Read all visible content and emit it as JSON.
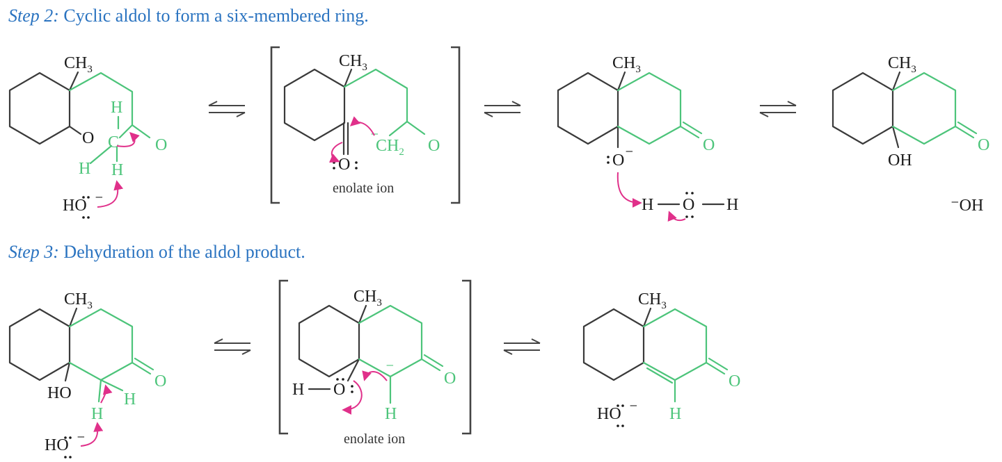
{
  "step2": {
    "prefix": "Step 2:",
    "title": "Cyclic aldol to form a six-membered ring."
  },
  "step3": {
    "prefix": "Step 3:",
    "title": "Dehydration of the aldol product."
  },
  "labels": {
    "ch3": "CH",
    "ch3_sub": "3",
    "o": "O",
    "h": "H",
    "c": "C",
    "ch2": "CH",
    "ch2_sub": "2",
    "oh": "OH",
    "ho": "HO",
    "hydroxide_left": "HO",
    "hydroxide_right": "⁻OH",
    "minus": "⁻",
    "enolate_ion": "enolate ion"
  },
  "colors": {
    "title": "#2a73c0",
    "new_bonds": "#4cc47a",
    "arrows": "#e0308a",
    "bonds": "#3a3a3a"
  }
}
